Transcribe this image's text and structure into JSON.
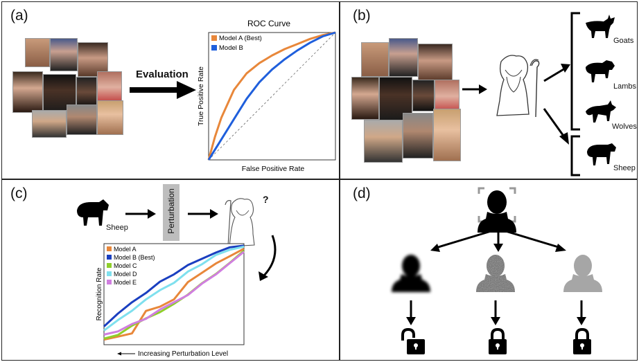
{
  "panels": {
    "a": {
      "label": "(a)",
      "arrow_label": "Evaluation",
      "roc": {
        "title": "ROC Curve",
        "xlabel": "False Positive Rate",
        "ylabel": "True Positive Rate",
        "legend": [
          "Model A (Best)",
          "Model B"
        ]
      }
    },
    "b": {
      "label": "(b)",
      "groups": [
        "Goats",
        "Lambs",
        "Wolves",
        "Sheep"
      ]
    },
    "c": {
      "label": "(c)",
      "sheep_label": "Sheep",
      "perturbation_label": "Perturbation",
      "question_mark": "?"
    },
    "d": {
      "label": "(d)"
    }
  },
  "colors": {
    "model_a": "#e8873a",
    "model_b": "#1f5fdc",
    "model_b_dark": "#1a3fc0",
    "model_c": "#8fcf2a",
    "model_d": "#7fe0ee",
    "model_e": "#d07ee0"
  },
  "chart_data": [
    {
      "type": "line",
      "title": "ROC Curve",
      "xlabel": "False Positive Rate",
      "ylabel": "True Positive Rate",
      "xlim": [
        0,
        1
      ],
      "ylim": [
        0,
        1
      ],
      "legend_position": "top-left",
      "series": [
        {
          "name": "Model A (Best)",
          "x": [
            0,
            0.05,
            0.1,
            0.2,
            0.3,
            0.4,
            0.5,
            0.6,
            0.7,
            0.8,
            0.9,
            1.0
          ],
          "y": [
            0,
            0.18,
            0.33,
            0.55,
            0.68,
            0.76,
            0.82,
            0.87,
            0.91,
            0.95,
            0.98,
            1.0
          ]
        },
        {
          "name": "Model B",
          "x": [
            0,
            0.05,
            0.1,
            0.2,
            0.3,
            0.4,
            0.5,
            0.6,
            0.7,
            0.8,
            0.9,
            1.0
          ],
          "y": [
            0,
            0.08,
            0.16,
            0.32,
            0.48,
            0.61,
            0.71,
            0.79,
            0.86,
            0.92,
            0.97,
            1.0
          ]
        }
      ]
    },
    {
      "type": "line",
      "xlabel": "Increasing Perturbation Level",
      "ylabel": "Recognition Rate",
      "legend_position": "top-left",
      "series": [
        {
          "name": "Model A",
          "x": [
            0,
            0.1,
            0.2,
            0.3,
            0.4,
            0.5,
            0.6,
            0.7,
            0.8,
            0.9,
            1.0
          ],
          "y": [
            0.05,
            0.08,
            0.12,
            0.33,
            0.38,
            0.44,
            0.62,
            0.72,
            0.8,
            0.88,
            0.95
          ]
        },
        {
          "name": "Model B (Best)",
          "x": [
            0,
            0.1,
            0.2,
            0.3,
            0.4,
            0.5,
            0.6,
            0.7,
            0.8,
            0.9,
            1.0
          ],
          "y": [
            0.18,
            0.3,
            0.42,
            0.52,
            0.62,
            0.7,
            0.78,
            0.85,
            0.92,
            0.96,
            0.98
          ]
        },
        {
          "name": "Model C",
          "x": [
            0,
            0.1,
            0.2,
            0.3,
            0.4,
            0.5,
            0.6,
            0.7,
            0.8,
            0.9,
            1.0
          ],
          "y": [
            0.06,
            0.1,
            0.18,
            0.26,
            0.33,
            0.4,
            0.5,
            0.6,
            0.7,
            0.82,
            0.93
          ]
        },
        {
          "name": "Model D",
          "x": [
            0,
            0.1,
            0.2,
            0.3,
            0.4,
            0.5,
            0.6,
            0.7,
            0.8,
            0.9,
            1.0
          ],
          "y": [
            0.14,
            0.24,
            0.34,
            0.44,
            0.54,
            0.62,
            0.72,
            0.8,
            0.88,
            0.94,
            0.97
          ]
        },
        {
          "name": "Model E",
          "x": [
            0,
            0.1,
            0.2,
            0.3,
            0.4,
            0.5,
            0.6,
            0.7,
            0.8,
            0.9,
            1.0
          ],
          "y": [
            0.1,
            0.14,
            0.2,
            0.26,
            0.34,
            0.42,
            0.5,
            0.6,
            0.7,
            0.8,
            0.92
          ]
        }
      ]
    }
  ]
}
